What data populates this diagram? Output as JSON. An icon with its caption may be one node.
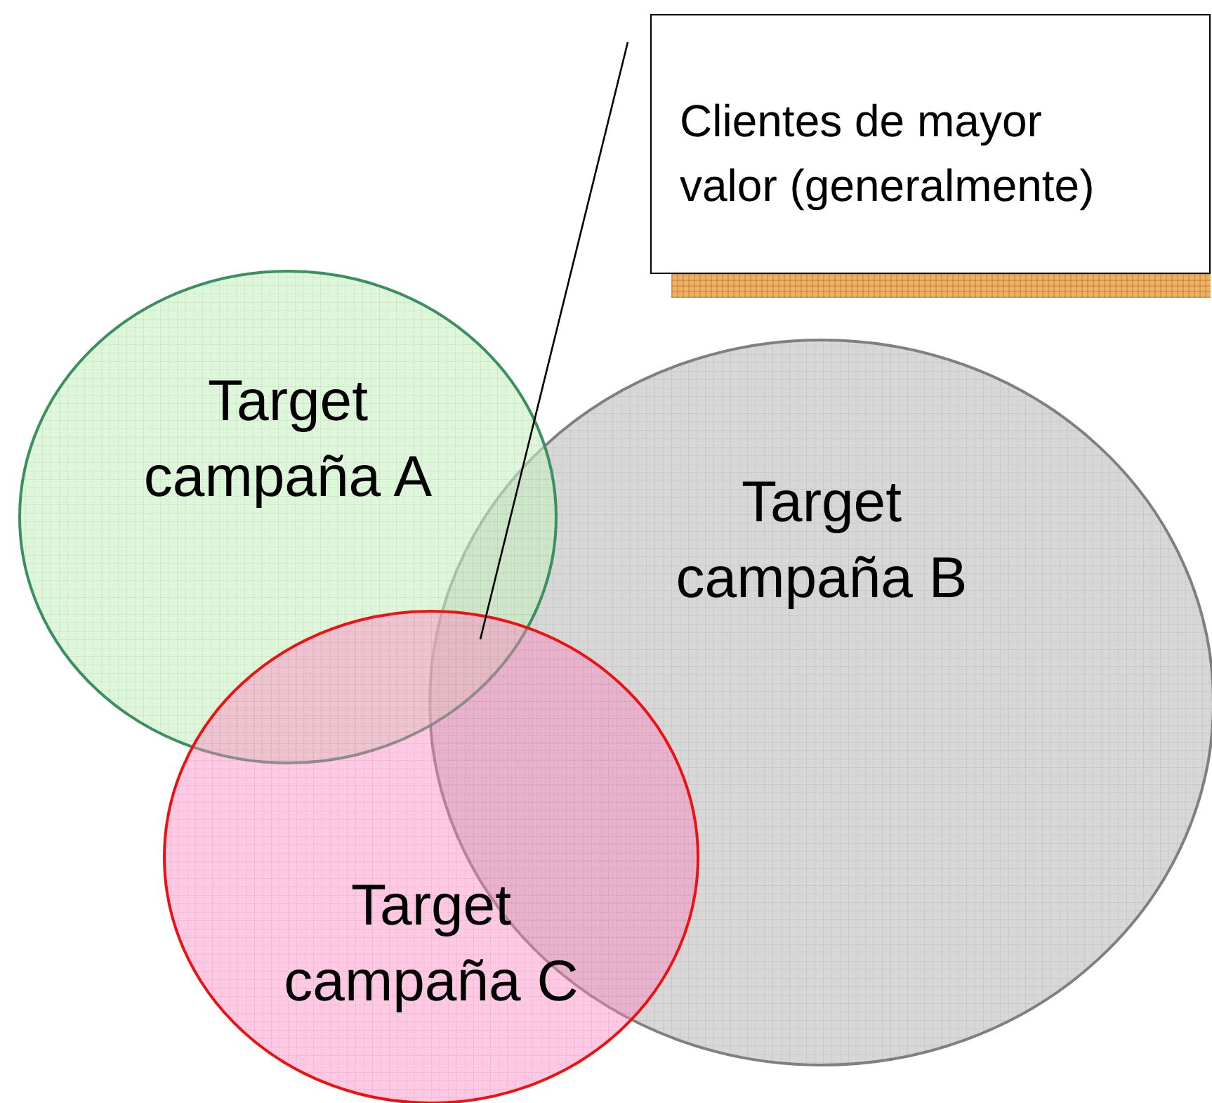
{
  "diagram": {
    "nodes": [
      {
        "text": [
          "Clientes de mayor valor (generalmente)"
        ]
      },
      {
        "text": [
          "Target campaña A"
        ]
      },
      {
        "text": [
          "Target campaña B"
        ]
      },
      {
        "text": [
          "Target campaña C"
        ]
      }
    ],
    "edges": [
      {
        "from": 0,
        "to": 3,
        "arrow": "none"
      }
    ]
  }
}
